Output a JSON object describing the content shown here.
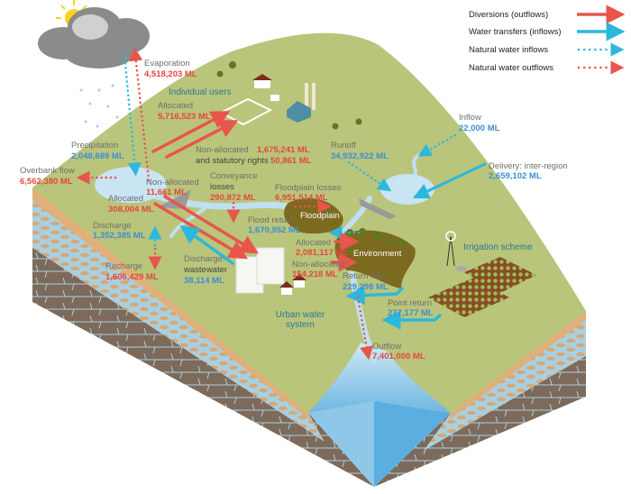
{
  "legend": {
    "items": [
      {
        "label": "Diversions (outflows)",
        "style": "solid",
        "color": "#e8554d"
      },
      {
        "label": "Water transfers (inflows)",
        "style": "solid",
        "color": "#2bb8dc"
      },
      {
        "label": "Natural water inflows",
        "style": "dotted",
        "color": "#2bb8dc"
      },
      {
        "label": "Natural water outflows",
        "style": "dotted",
        "color": "#e8554d"
      }
    ]
  },
  "flows": {
    "evaporation": {
      "label": "Evaporation",
      "value": "4,518,203 ML"
    },
    "precipitation": {
      "label": "Precipitation",
      "value": "2,048,689 ML"
    },
    "overbank": {
      "label": "Overbank flow",
      "value": "6,562,380 ML"
    },
    "users_allocated": {
      "label": "Allocated",
      "value": "5,716,523 ML"
    },
    "users_nonallocated": {
      "label1": "Non-allocated",
      "label2": "and statutory rights",
      "value1": "1,675,241 ML",
      "value2": "50,861 ML"
    },
    "conveyance": {
      "label1": "Conveyance",
      "label2": "losses",
      "value": "290,872 ML"
    },
    "urban_nonallocated": {
      "label": "Non-allocated",
      "value": "11,661 ML"
    },
    "urban_allocated": {
      "label": "Allocated",
      "value": "308,004 ML"
    },
    "floodplain_losses": {
      "label": "Floodplain losses",
      "value": "6,951,514 ML"
    },
    "flood_return": {
      "label": "Flood return",
      "value": "1,670,952 ML"
    },
    "discharge": {
      "label": "Discharge",
      "value": "1,352,385 ML"
    },
    "recharge": {
      "label": "Recharge",
      "value": "1,606,429 ML"
    },
    "wastewater": {
      "label1": "Discharge:",
      "label2": "wastewater",
      "value": "38,114 ML"
    },
    "env_allocated": {
      "label": "Allocated",
      "value": "2,081,117 ML"
    },
    "env_nonallocated": {
      "label": "Non-allocated",
      "value": "154,218 ML"
    },
    "return_flow": {
      "label": "Return flow",
      "value": "229,298 ML"
    },
    "point_return": {
      "label": "Point return",
      "value": "277,177 ML"
    },
    "outflow": {
      "label": "Outflow",
      "value": "7,401,000 ML"
    },
    "runoff": {
      "label": "Runoff",
      "value": "34,932,922 ML"
    },
    "inflow": {
      "label": "Inflow",
      "value": "22,000 ML"
    },
    "delivery": {
      "label": "Delivery: inter-region",
      "value": "2,659,102 ML"
    }
  },
  "places": {
    "individual_users": "Individual users",
    "floodplain": "Floodplain",
    "environment": "Environment",
    "urban1": "Urban water",
    "urban2": "system",
    "irrigation": "Irrigation scheme"
  },
  "colors": {
    "red": "#e5473f",
    "blue": "#3d8fd1",
    "cyan": "#2bb8dc",
    "grass": "#b9c57a"
  }
}
